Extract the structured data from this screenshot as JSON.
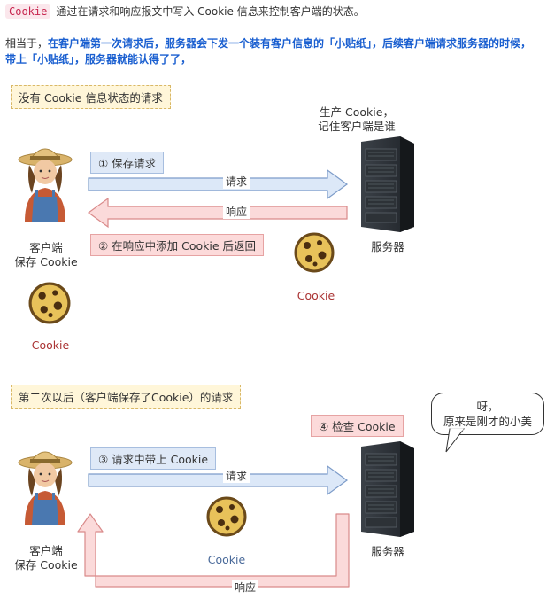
{
  "intro": {
    "code": "Cookie",
    "text": "通过在请求和响应报文中写入 Cookie 信息来控制客户端的状态。"
  },
  "description": {
    "prefix": "相当于，",
    "highlight": "在客户端第一次请求后，服务器会下发一个装有客户信息的「小贴纸」，后续客户端请求服务器的时候，带上「小贴纸」，服务器就能认得了了，"
  },
  "section1": {
    "title": "没有 Cookie 信息状态的请求",
    "server_note_line1": "生产 Cookie，",
    "server_note_line2": "记住客户端是谁",
    "step1": "① 保存请求",
    "request_label": "请求",
    "response_label": "响应",
    "step2": "② 在响应中添加 Cookie 后返回",
    "client_line1": "客户端",
    "client_line2": "保存 Cookie",
    "server_label": "服务器",
    "cookie_server": "Cookie",
    "cookie_client": "Cookie"
  },
  "section2": {
    "title": "第二次以后（客户端保存了Cookie）的请求",
    "step4": "④ 检查 Cookie",
    "bubble_line1": "呀，",
    "bubble_line2": "原来是刚才的小美",
    "step3": "③ 请求中带上 Cookie",
    "request_label": "请求",
    "response_label": "响应",
    "client_line1": "客户端",
    "client_line2": "保存 Cookie",
    "server_label": "服务器",
    "cookie": "Cookie"
  },
  "colors": {
    "request_arrow": "#dce8f8",
    "request_arrow_border": "#7d9cc9",
    "response_arrow": "#fbdada",
    "response_arrow_border": "#d98a8a",
    "highlight_text": "#1a5fd0"
  }
}
